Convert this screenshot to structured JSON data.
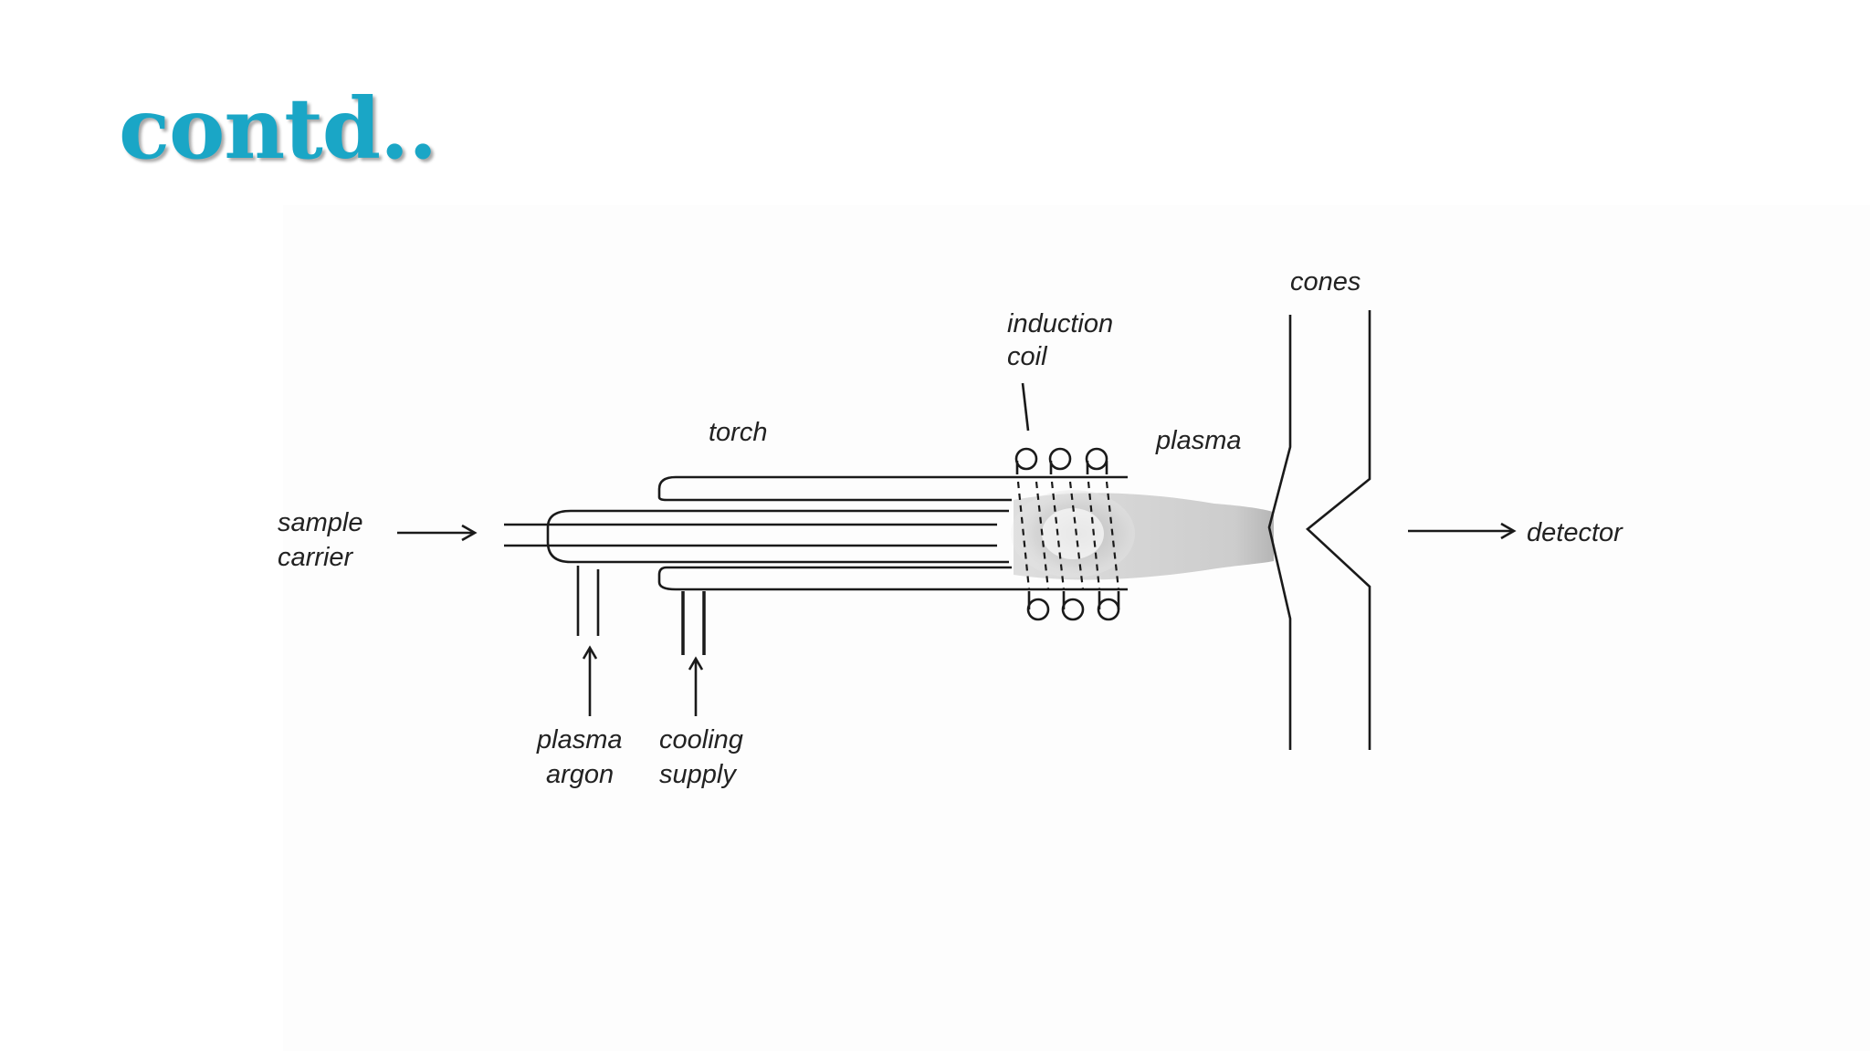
{
  "slide": {
    "title": "contd.."
  },
  "diagram": {
    "labels": {
      "sample": "sample",
      "carrier": "carrier",
      "torch": "torch",
      "induction": "induction",
      "coil": "coil",
      "plasma": "plasma",
      "cones": "cones",
      "detector": "detector",
      "plasma_bottom": "plasma",
      "argon": "argon",
      "cooling": "cooling",
      "supply": "supply"
    }
  }
}
